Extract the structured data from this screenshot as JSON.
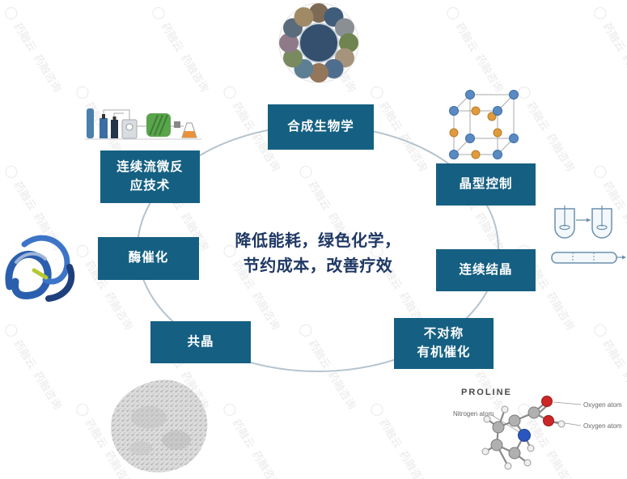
{
  "center_text": {
    "line1": "降低能耗，绿色化学，",
    "line2": "节约成本，改善疗效"
  },
  "nodes": [
    {
      "id": "synthetic-biology",
      "label": "合成生物学"
    },
    {
      "id": "crystal-form-control",
      "label": "晶型控制"
    },
    {
      "id": "continuous-crystallization",
      "label": "连续结晶"
    },
    {
      "id": "asymmetric-organic-catalysis",
      "label": "不对称\n有机催化"
    },
    {
      "id": "cocrystal",
      "label": "共晶"
    },
    {
      "id": "enzyme-catalysis",
      "label": "酶催化"
    },
    {
      "id": "continuous-flow-microreaction",
      "label": "连续流微反\n应技术"
    }
  ],
  "proline": {
    "title": "PROLINE",
    "nitrogen_label": "Nitrogen atom",
    "oxygen_label_1": "Oxygen atom",
    "oxygen_label_2": "Oxygen atom"
  },
  "watermark": {
    "brand": "药融云",
    "consulting": "药融咨询"
  },
  "colors": {
    "node_fill": "#156082",
    "node_text": "#FFFFFF",
    "center_text": "#1F3864",
    "ellipse_stroke": "#B4C3CE"
  }
}
